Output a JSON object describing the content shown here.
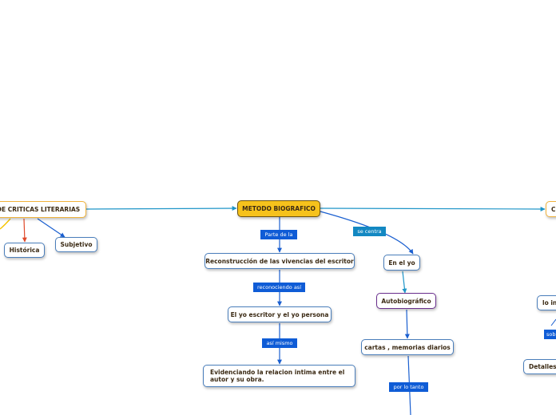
{
  "nodes": {
    "criticas": "DE CRITICAS LITERARIAS",
    "historica": "Histórica",
    "subjetivo": "Subjetivo",
    "metodo": "METODO BIOGRAFICO",
    "reconstruccion": "Reconstrucción de las vivencias del escritor",
    "yo_escritor": "El yo escritor y el yo persona",
    "evidenciando": "Evidenciando la relacion intima entre el autor y su obra.",
    "en_el_yo": "En el yo",
    "autobiografico": "Autobiográfico",
    "cartas": "cartas , memorias diarios",
    "right_c": "C",
    "lo_in": "lo in",
    "detalles": "Detalles"
  },
  "labels": {
    "parte_de_la": "Parte de la",
    "reconociendo_asi": "reconociendo así",
    "asi_mismo": "así mismo",
    "se_centra": "se centra",
    "por_lo_tanto": "por lo tanto",
    "sob": "sob"
  },
  "colors": {
    "link_blue": "#1a5fd0",
    "link_teal": "#1e95c8",
    "link_red": "#e0492a",
    "link_yellow": "#f5c400",
    "central_fill": "#f6c21c"
  }
}
